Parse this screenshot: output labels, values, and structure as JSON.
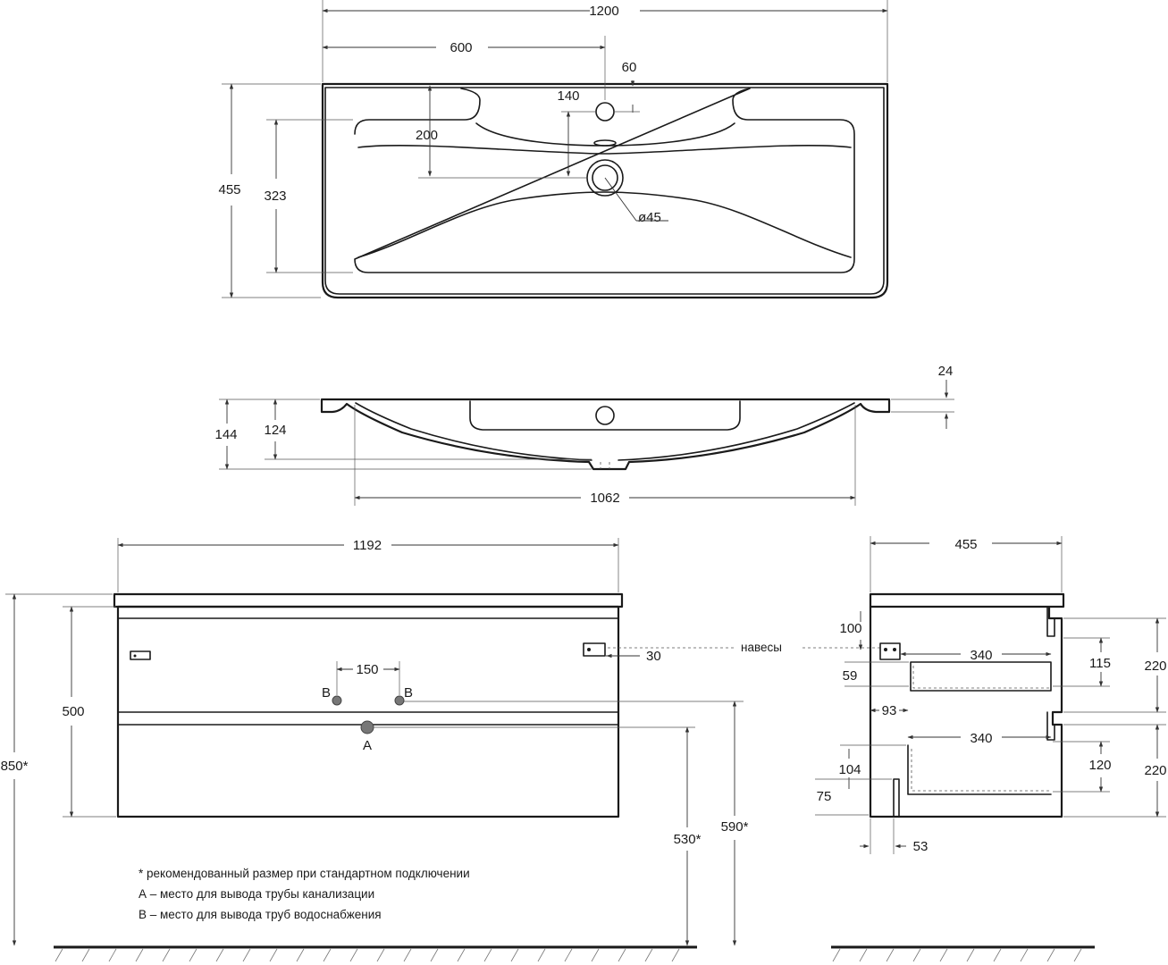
{
  "top_view": {
    "dim_total_width": "1200",
    "dim_half_width": "600",
    "dim_tap_offset": "60",
    "dim_tap_to_drain": "140",
    "dim_front_to_drain": "200",
    "dim_depth": "455",
    "dim_bowl_depth": "323",
    "dim_drain_diameter": "ø45"
  },
  "side_view": {
    "dim_rim": "24",
    "dim_height_total": "144",
    "dim_bowl_height": "124",
    "dim_bowl_width": "1062"
  },
  "front_view": {
    "dim_cabinet_width": "1192",
    "dim_total_height": "850*",
    "dim_cabinet_height": "500",
    "dim_pipe_spacing": "150",
    "label_b_left": "B",
    "label_b_right": "B",
    "label_a": "A",
    "dim_hinge_offset": "30",
    "label_hinges": "навесы",
    "dim_drain_height": "530*",
    "dim_water_height": "590*"
  },
  "side_section": {
    "dim_depth": "455",
    "dim_100": "100",
    "dim_340_top": "340",
    "dim_115": "115",
    "dim_220_top": "220",
    "dim_59": "59",
    "dim_93": "93",
    "dim_340_bottom": "340",
    "dim_104": "104",
    "dim_120": "120",
    "dim_220_bottom": "220",
    "dim_75": "75",
    "dim_53": "53"
  },
  "notes": {
    "note_1": "* рекомендованный размер при стандартном подключении",
    "note_2": "А – место для вывода трубы канализации",
    "note_3": "В – место для вывода труб водоснабжения"
  },
  "colors": {
    "line": "#1a1a1a",
    "pipe_marker": "#777777"
  }
}
